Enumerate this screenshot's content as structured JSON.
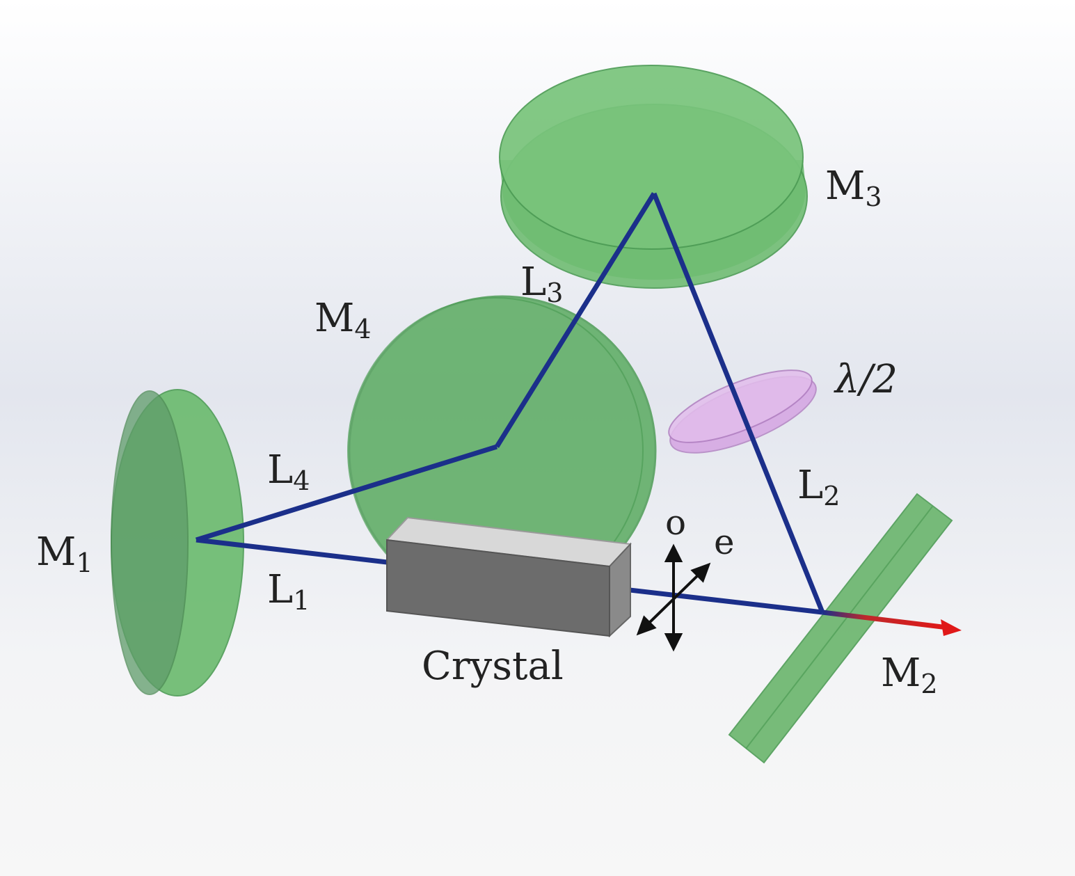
{
  "mirrors": [
    {
      "id": "M1",
      "main": "M",
      "sub": "1"
    },
    {
      "id": "M2",
      "main": "M",
      "sub": "2"
    },
    {
      "id": "M3",
      "main": "M",
      "sub": "3"
    },
    {
      "id": "M4",
      "main": "M",
      "sub": "4"
    }
  ],
  "paths": [
    {
      "id": "L1",
      "main": "L",
      "sub": "1"
    },
    {
      "id": "L2",
      "main": "L",
      "sub": "2"
    },
    {
      "id": "L3",
      "main": "L",
      "sub": "3"
    },
    {
      "id": "L4",
      "main": "L",
      "sub": "4"
    }
  ],
  "waveplate_label": "λ/2",
  "crystal_label": "Crystal",
  "polarization": {
    "ordinary": "o",
    "extraordinary": "e"
  },
  "colors": {
    "mirror_fill": "#6cc070",
    "mirror_edge": "#4d9c55",
    "beam": "#1b2f8a",
    "output_beam": "#d42020",
    "waveplate": "#d9a6e6",
    "crystal_front": "#6e6e6e",
    "crystal_top": "#d6d6d6",
    "crystal_side": "#8c8c8c"
  }
}
